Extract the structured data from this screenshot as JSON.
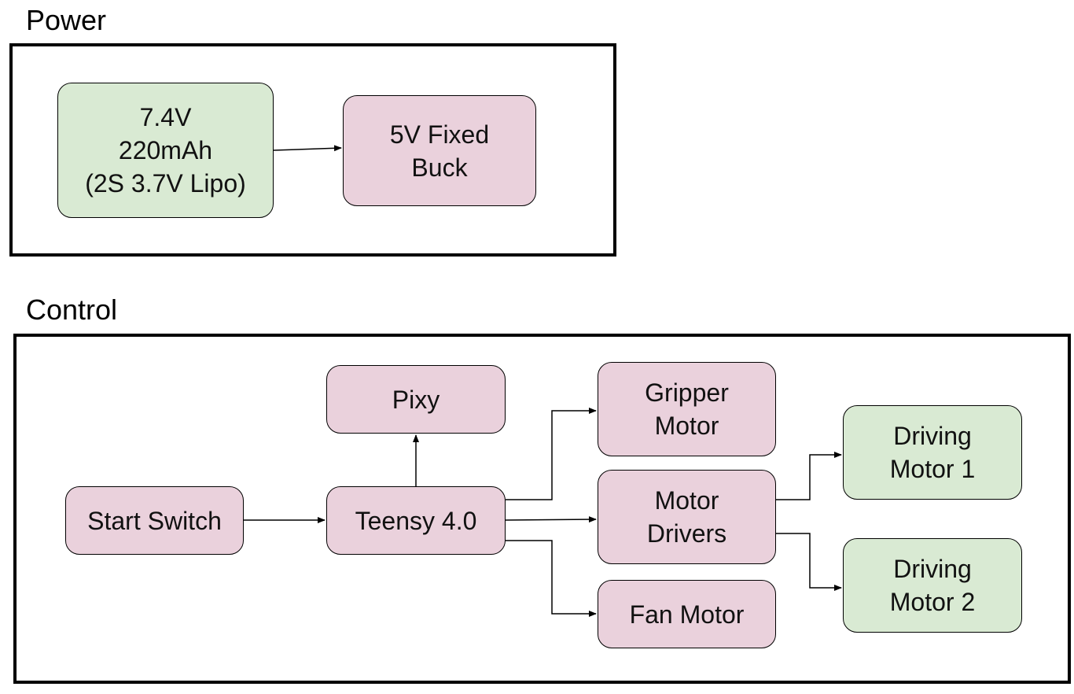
{
  "power": {
    "title": "Power",
    "battery": {
      "line1": "7.4V",
      "line2": "220mAh",
      "line3": "(2S 3.7V Lipo)",
      "color": "#d9ead3"
    },
    "buck": {
      "line1": "5V Fixed",
      "line2": "Buck",
      "color": "#ead1dc"
    }
  },
  "control": {
    "title": "Control",
    "start_switch": "Start Switch",
    "teensy": "Teensy 4.0",
    "pixy": "Pixy",
    "gripper_motor": {
      "line1": "Gripper",
      "line2": "Motor"
    },
    "motor_drivers": {
      "line1": "Motor",
      "line2": "Drivers"
    },
    "fan_motor": "Fan Motor",
    "driving_motor_1": {
      "line1": "Driving",
      "line2": "Motor 1"
    },
    "driving_motor_2": {
      "line1": "Driving",
      "line2": "Motor 2"
    }
  },
  "colors": {
    "green_block": "#d9ead3",
    "pink_block": "#ead1dc",
    "border": "#000000"
  }
}
